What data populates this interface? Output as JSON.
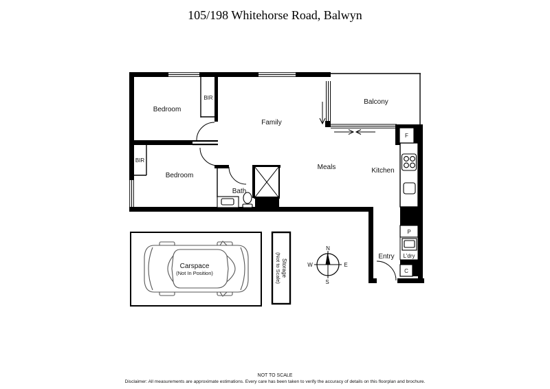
{
  "title": "105/198 Whitehorse Road, Balwyn",
  "colors": {
    "ink": "#000000",
    "background": "#ffffff"
  },
  "floorplan": {
    "rooms": {
      "bedroom1": "Bedroom",
      "bir1": "BIR",
      "family": "Family",
      "balcony": "Balcony",
      "bedroom2": "Bedroom",
      "bir2": "BIR",
      "bath": "Bath",
      "meals": "Meals",
      "kitchen": "Kitchen",
      "entry": "Entry",
      "laundry": "L'dry",
      "fridge": "F",
      "pantry": "P",
      "cupboard": "C"
    },
    "carspace": {
      "label": "Carspace",
      "note": "(Not In Position)"
    },
    "storage": {
      "label": "Storage",
      "note": "(Not to Scale)"
    },
    "compass": {
      "north": "N",
      "east": "E",
      "south": "S",
      "west": "W"
    }
  },
  "footer": {
    "scale_note": "NOT TO SCALE",
    "disclaimer": "Disclaimer: All measurements are approximate estimations. Every care has been taken to verify the accuracy of details on this floorplan and brochure."
  }
}
